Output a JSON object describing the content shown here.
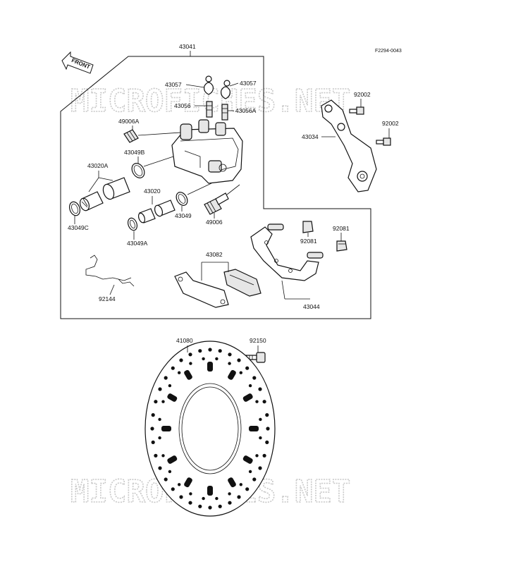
{
  "figure_code": "F2294-0043",
  "front_label": "FRONT",
  "watermark": "MICROFICHES.NET",
  "parts": {
    "p43041": "43041",
    "p43057a": "43057",
    "p43057b": "43057",
    "p43056": "43056",
    "p43056a": "43056A",
    "p49006a": "49006A",
    "p43049b": "43049B",
    "p43020a": "43020A",
    "p43020": "43020",
    "p43049": "43049",
    "p49006": "49006",
    "p43049c": "43049C",
    "p43049a": "43049A",
    "p92002a": "92002",
    "p92002b": "92002",
    "p43034": "43034",
    "p92081a": "92081",
    "p92081b": "92081",
    "p43044": "43044",
    "p43082": "43082",
    "p92144": "92144",
    "p41080": "41080",
    "p92150": "92150"
  }
}
